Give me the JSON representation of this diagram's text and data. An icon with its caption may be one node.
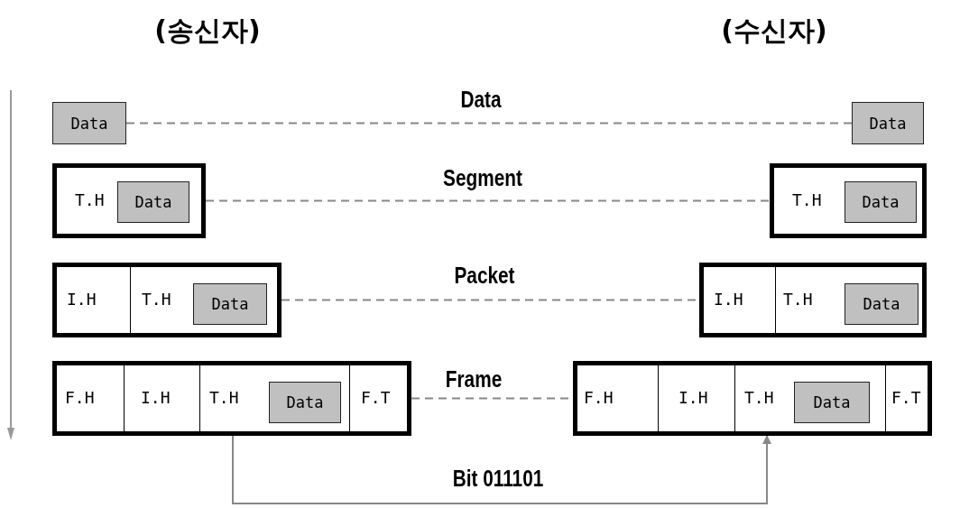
{
  "diagram": {
    "nodes": [
      {
        "text": [
          "Data"
        ]
      },
      {
        "text": [
          "Data"
        ]
      },
      {
        "text": [
          "T.H"
        ]
      },
      {
        "text": [
          "Data"
        ],
        "in": 2
      },
      {
        "text": [
          "T.H"
        ]
      },
      {
        "text": [
          "Data"
        ],
        "in": 4
      },
      {
        "text": [],
        "shape": "box"
      },
      {
        "text": [
          "I.H"
        ],
        "in": 6
      },
      {
        "text": [
          "T.H"
        ],
        "in": 6
      },
      {
        "text": [
          "Data"
        ],
        "in": 8
      },
      {
        "text": [],
        "shape": "box"
      },
      {
        "text": [
          "I.H"
        ],
        "in": 10
      },
      {
        "text": [
          "T.H"
        ],
        "in": 10
      },
      {
        "text": [
          "Data"
        ],
        "in": 12
      },
      {
        "text": [],
        "shape": "box"
      },
      {
        "text": [
          "F.H"
        ],
        "in": 14
      },
      {
        "text": [
          "I.H"
        ],
        "in": 14
      },
      {
        "text": [
          "T.H"
        ],
        "in": 14
      },
      {
        "text": [
          "Data"
        ],
        "in": 17
      },
      {
        "text": [
          "F.T"
        ],
        "in": 14
      },
      {
        "text": [],
        "shape": "box"
      },
      {
        "text": [
          "F.H"
        ],
        "in": 20
      },
      {
        "text": [
          "I.H"
        ],
        "in": 20
      },
      {
        "text": [
          "T.H"
        ],
        "in": 20
      },
      {
        "text": [
          "Data"
        ],
        "in": 23
      },
      {
        "text": [
          "F.T"
        ],
        "in": 20
      }
    ],
    "edges": [
      {
        "from": 0,
        "to": 1,
        "arrow": "none",
        "label": "Data",
        "style": "dashed"
      },
      {
        "from": 2,
        "to": 4,
        "arrow": "none",
        "label": "Segment",
        "style": "dashed"
      },
      {
        "from": 6,
        "to": 10,
        "arrow": "none",
        "label": "Packet",
        "style": "dashed"
      },
      {
        "from": 14,
        "to": 20,
        "arrow": "none",
        "label": "Frame",
        "style": "dashed"
      },
      {
        "from": 17,
        "to": 23,
        "arrow": "to",
        "label": "Bit 011101"
      }
    ],
    "labels": [
      "(송신자)",
      "(수신자)"
    ]
  }
}
